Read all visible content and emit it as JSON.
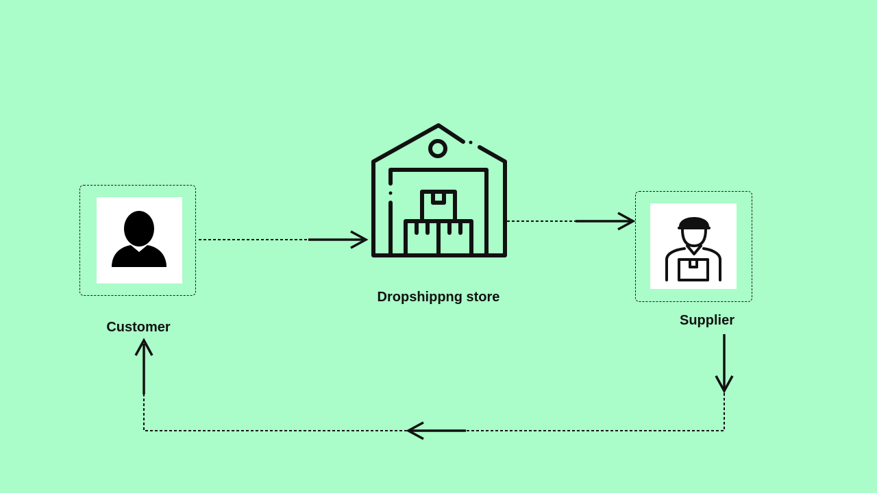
{
  "nodes": {
    "customer": {
      "label": "Customer",
      "icon": "person-icon"
    },
    "store": {
      "label": "Dropshippng store",
      "icon": "warehouse-icon"
    },
    "supplier": {
      "label": "Supplier",
      "icon": "delivery-worker-icon"
    }
  },
  "colors": {
    "background": "#aafcc8",
    "stroke": "#111111",
    "card": "#ffffff"
  }
}
